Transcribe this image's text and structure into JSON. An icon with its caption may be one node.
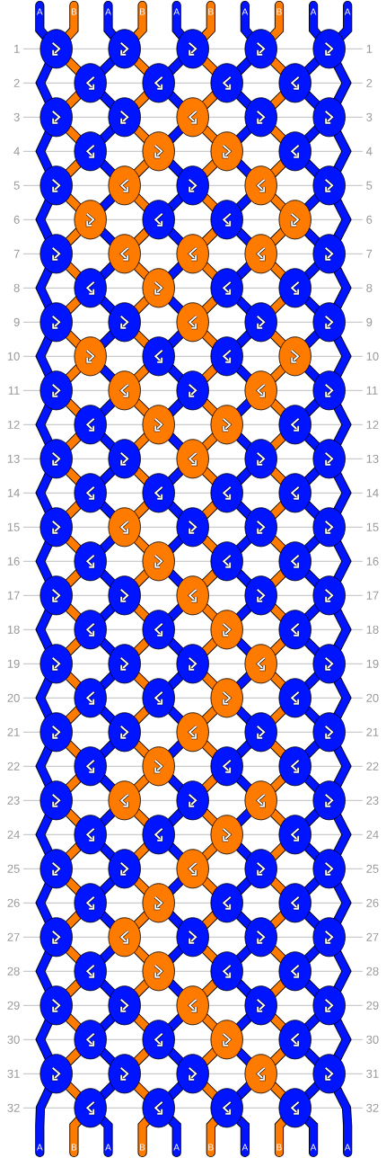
{
  "diagram": {
    "labels": [
      "A",
      "B",
      "A",
      "B",
      "A",
      "B",
      "A",
      "B",
      "A",
      "A",
      "1",
      "1",
      "2",
      "2",
      "3",
      "3",
      "4",
      "4",
      "5",
      "5",
      "6",
      "6",
      "7",
      "7",
      "8",
      "8",
      "9",
      "9",
      "10",
      "10",
      "11",
      "11",
      "12",
      "12",
      "13",
      "13",
      "14",
      "14",
      "15",
      "15",
      "16",
      "16",
      "17",
      "17",
      "18",
      "18",
      "19",
      "19",
      "20",
      "20",
      "21",
      "21",
      "22",
      "22",
      "23",
      "23",
      "24",
      "24",
      "25",
      "25",
      "26",
      "26",
      "27",
      "27",
      "28",
      "28",
      "29",
      "29",
      "30",
      "30",
      "31",
      "31",
      "32",
      "32",
      "A",
      "B",
      "A",
      "B",
      "A",
      "B",
      "A",
      "B",
      "A",
      "A"
    ]
  }
}
